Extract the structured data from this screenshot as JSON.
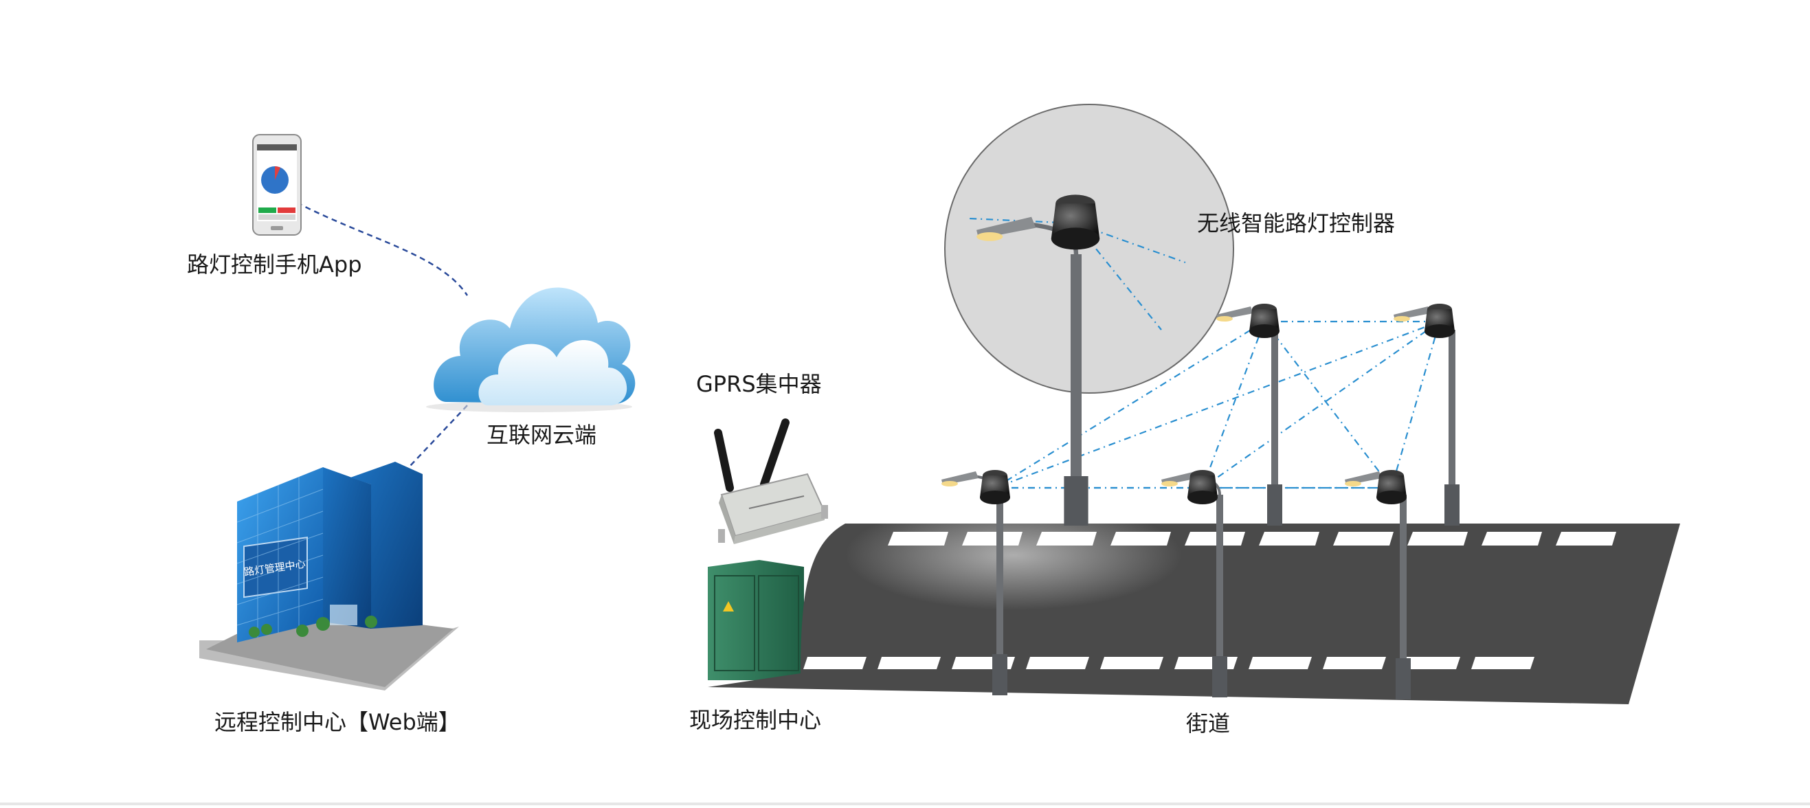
{
  "labels": {
    "mobile_app": "路灯控制手机App",
    "cloud": "互联网云端",
    "remote_center": "远程控制中心【Web端】",
    "concentrator": "GPRS集中器",
    "field_center": "现场控制中心",
    "controller": "无线智能路灯控制器",
    "street": "街道",
    "building_sign": "路灯管理中心"
  },
  "colors": {
    "link_dashed": "#2a4a9a",
    "wireless_link": "#2a8fd0",
    "road": "#4a4a4a",
    "crosswalk": "#ffffff",
    "cabinet": "#2e7d5b",
    "cloud_light": "#cfe9f8",
    "cloud_dark": "#3b9ad4",
    "building_glass": "#1f7fd0"
  },
  "icons": {
    "phone": "smartphone-icon",
    "cloud": "cloud-icon",
    "building": "office-building-icon",
    "concentrator": "gprs-router-icon",
    "cabinet": "control-cabinet-icon",
    "lamp": "street-lamp-icon",
    "controller": "smart-controller-icon"
  }
}
